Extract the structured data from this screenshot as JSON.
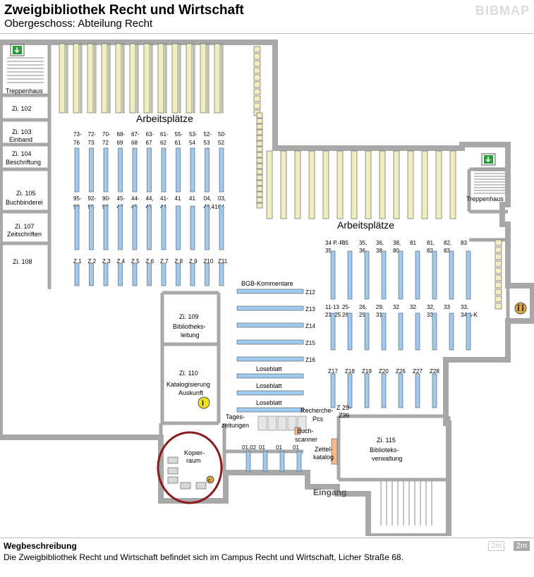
{
  "header": {
    "title": "Zweigbibliothek Recht und Wirtschaft",
    "subtitle": "Obergeschoss: Abteilung Recht",
    "logo": "BIBMAP"
  },
  "colors": {
    "wall": "#a8a8a8",
    "shelf": "#9ec9f0",
    "desk": "#f2eec0",
    "highlight": "#8b1a1a",
    "orange": "#f4b98c"
  },
  "rooms": {
    "treppenhaus_left": "Treppenhaus",
    "zi102": "Zi. 102",
    "zi103_1": "Zi. 103",
    "zi103_2": "Einband",
    "zi104_1": "Zi. 104",
    "zi104_2": "Beschriftung",
    "zi105_1": "Zi. 105",
    "zi105_2": "Buchbinderei",
    "zi107_1": "Zi. 107",
    "zi107_2": "Zeitschriften",
    "zi108": "Zi. 108",
    "zi109_1": "Zi. 109",
    "zi109_2": "Bibliotheks-",
    "zi109_3": "leitung",
    "zi110_1": "Zi. 110",
    "zi110_2": "Katalogisierung",
    "zi110_3": "Auskunft",
    "kopier_1": "Kopier-",
    "kopier_2": "raum",
    "zi115_1": "Zi. 115",
    "zi115_2": "Biblioteks-",
    "zi115_3": "verwaltung",
    "treppenhaus_right": "Treppenhaus",
    "arbeitsplaetze_left": "Arbeitsplätze",
    "arbeitsplaetze_right": "Arbeitsplätze",
    "eingang": "Eingang",
    "tageszeitungen_1": "Tages-",
    "tageszeitungen_2": "zeitungen",
    "recherche_1": "Recherche-",
    "recherche_2": "Pcs",
    "buchscanner_1": "Buch-",
    "buchscanner_2": "scanner",
    "zettel_1": "Zettel-",
    "zettel_2": "katalog",
    "bgb": "BGB-Kommentare",
    "loseblatt": [
      "Loseblatt",
      "Loseblatt",
      "Loseblatt"
    ]
  },
  "shelves": {
    "left_top_labels_1": [
      "73-",
      "72-",
      "70-",
      "68-",
      "67-",
      "63-",
      "61-",
      "55-",
      "53-",
      "52-",
      "50-"
    ],
    "left_top_labels_2": [
      "76",
      "73",
      "72",
      "69",
      "68",
      "67",
      "62",
      "61",
      "54",
      "53",
      "52"
    ],
    "left_mid_labels_1": [
      "95-",
      "92-",
      "90-",
      "45-",
      "44-",
      "44,",
      "41-",
      "41",
      "41",
      "04,",
      "03,"
    ],
    "left_mid_labels_2": [
      "98",
      "95",
      "92",
      "47",
      "45",
      "45",
      "44",
      "",
      "",
      "40,41",
      "04"
    ],
    "left_bottom_labels": [
      "Z 1",
      "Z 2",
      "Z 3",
      "Z 4",
      "Z 5",
      "Z 6",
      "Z 7",
      "Z 8",
      "Z 9",
      "Z10",
      "Z11"
    ],
    "z_labels": [
      "Z12",
      "Z13",
      "Z14",
      "Z15",
      "Z16"
    ],
    "right_top_labels_1": [
      "34 P.-R.",
      "35",
      "35,",
      "36,",
      "38,",
      "81",
      "81,",
      "82,",
      "83"
    ],
    "right_top_labels_2": [
      "35",
      "",
      "36",
      "38",
      "80",
      "",
      "82",
      "83",
      ""
    ],
    "right_mid_labels_1": [
      "11-13",
      "25-",
      "26,",
      "29,",
      "32",
      "32",
      "32,",
      "33",
      "33,"
    ],
    "right_mid_labels_2": [
      "21, 25",
      "26",
      "29",
      "31",
      "",
      "",
      "33",
      "",
      "34 A-K"
    ],
    "right_bottom_labels": [
      "Z17",
      "Z18",
      "Z19",
      "Z20",
      "Z26",
      "Z27",
      "Z28"
    ],
    "z29": "Z 29-",
    "z36": "Z36",
    "bottom_labels": [
      "01,02",
      "01",
      "01",
      "01"
    ]
  },
  "footer": {
    "title": "Wegbeschreibung",
    "text": "Die Zweigbibliothek Recht und Wirtschaft befindet sich im Campus Recht und Wirtschaft, Licher Straße 68.",
    "scale1": "2m",
    "scale2": "2m"
  }
}
